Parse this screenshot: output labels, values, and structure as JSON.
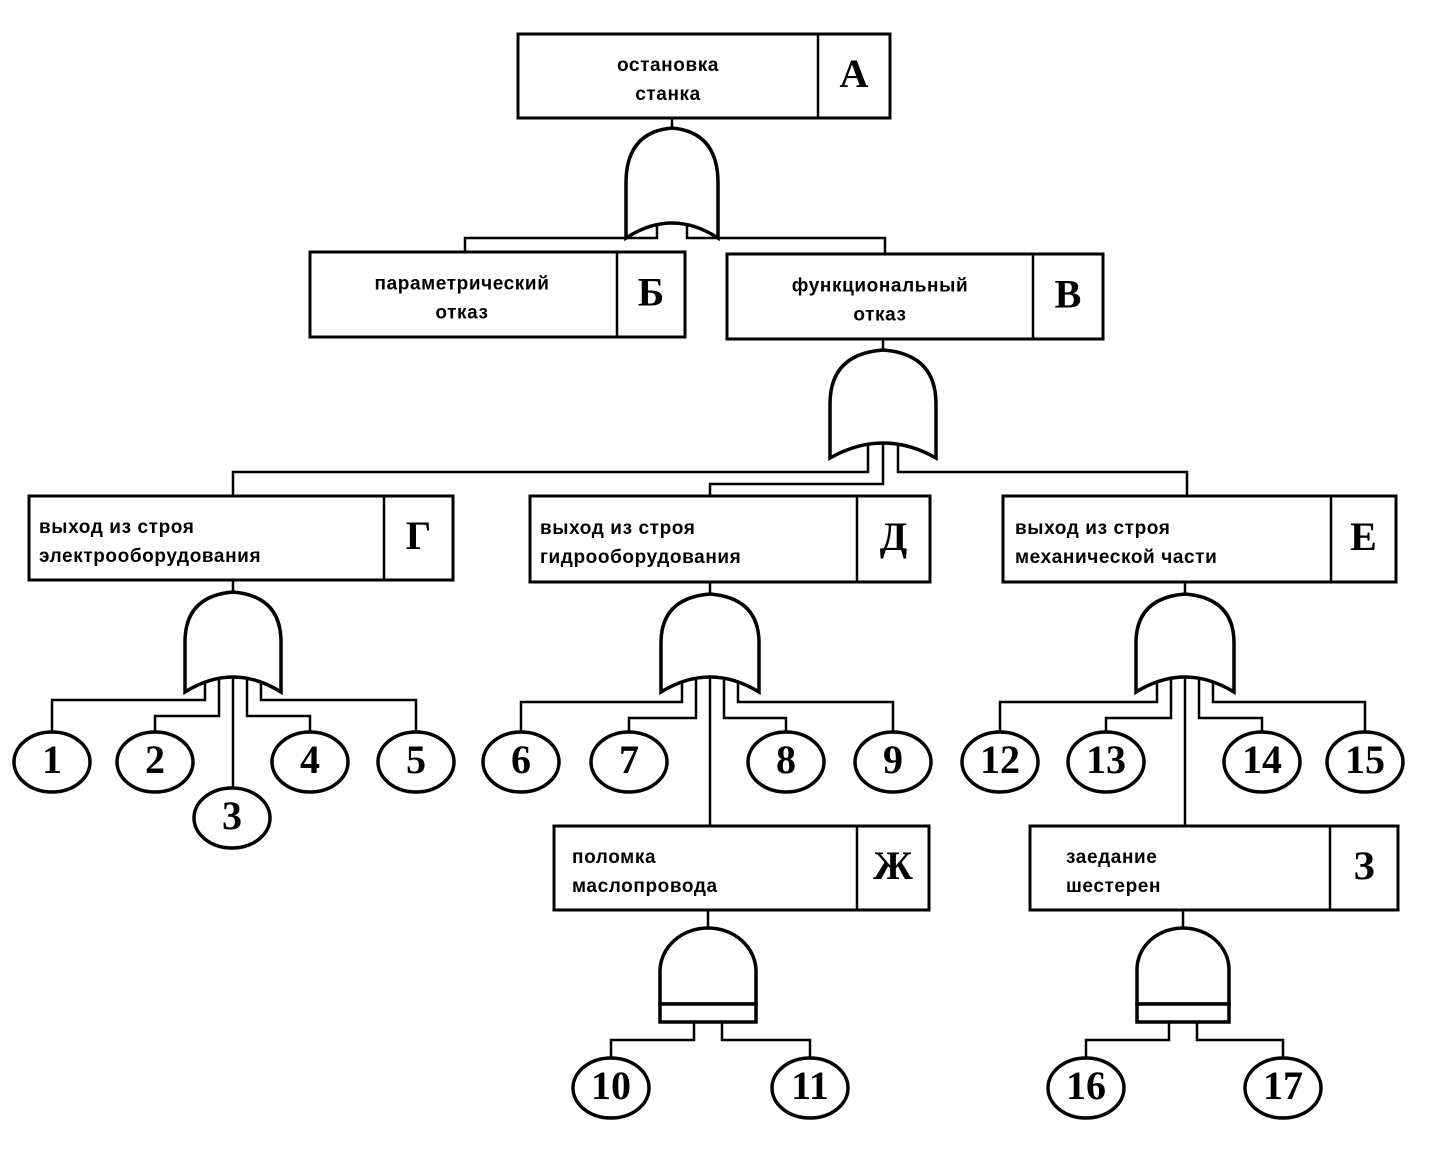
{
  "events": [
    {
      "id": "A",
      "code": "А",
      "label_lines": [
        "остановка",
        "станка"
      ]
    },
    {
      "id": "B",
      "code": "Б",
      "label_lines": [
        "параметрический",
        "отказ"
      ]
    },
    {
      "id": "V",
      "code": "В",
      "label_lines": [
        "функциональный",
        "отказ"
      ]
    },
    {
      "id": "G",
      "code": "Г",
      "label_lines": [
        "выход из строя",
        "электрооборудования"
      ]
    },
    {
      "id": "D",
      "code": "Д",
      "label_lines": [
        "выход из строя",
        "гидрооборудования"
      ]
    },
    {
      "id": "E",
      "code": "Е",
      "label_lines": [
        "выход из строя",
        "механической части"
      ]
    },
    {
      "id": "Zh",
      "code": "Ж",
      "label_lines": [
        "поломка",
        "маслопровода"
      ]
    },
    {
      "id": "Z",
      "code": "З",
      "label_lines": [
        "заедание",
        "шестерен"
      ]
    }
  ],
  "basic_events": [
    "1",
    "2",
    "3",
    "4",
    "5",
    "6",
    "7",
    "8",
    "9",
    "10",
    "11",
    "12",
    "13",
    "14",
    "15",
    "16",
    "17"
  ],
  "gates": [
    {
      "id": "g-A",
      "type": "OR",
      "output": "A",
      "inputs": [
        "B",
        "V"
      ]
    },
    {
      "id": "g-V",
      "type": "OR",
      "output": "V",
      "inputs": [
        "G",
        "D",
        "E"
      ]
    },
    {
      "id": "g-G",
      "type": "OR",
      "output": "G",
      "inputs": [
        "1",
        "2",
        "3",
        "4",
        "5"
      ]
    },
    {
      "id": "g-D",
      "type": "OR",
      "output": "D",
      "inputs": [
        "6",
        "7",
        "Zh",
        "8",
        "9"
      ]
    },
    {
      "id": "g-E",
      "type": "OR",
      "output": "E",
      "inputs": [
        "12",
        "13",
        "Z",
        "14",
        "15"
      ]
    },
    {
      "id": "g-Zh",
      "type": "AND",
      "output": "Zh",
      "inputs": [
        "10",
        "11"
      ]
    },
    {
      "id": "g-Z",
      "type": "AND",
      "output": "Z",
      "inputs": [
        "16",
        "17"
      ]
    }
  ]
}
